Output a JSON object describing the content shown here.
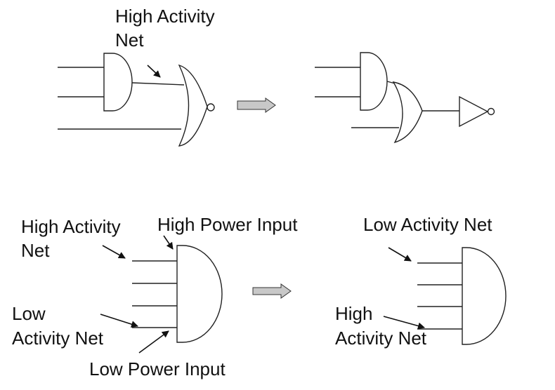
{
  "top": {
    "label_high_activity_1": "High Activity",
    "label_high_activity_2": "Net"
  },
  "bottom_left": {
    "label_high_activity_1": "High Activity",
    "label_high_activity_2": "Net",
    "label_high_power": "High Power Input",
    "label_low_activity_1": "Low",
    "label_low_activity_2": "Activity Net",
    "label_low_power": "Low Power Input"
  },
  "bottom_right": {
    "label_low_activity": "Low Activity Net",
    "label_high_activity_1": "High",
    "label_high_activity_2": "Activity Net"
  },
  "colors": {
    "line": "#222222",
    "transform_arrow_fill": "#c8c8c8"
  }
}
